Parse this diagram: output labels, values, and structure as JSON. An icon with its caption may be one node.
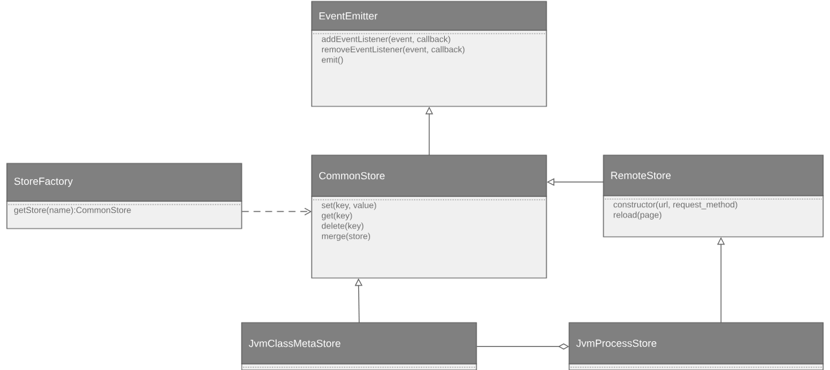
{
  "diagram": {
    "nodes": [
      {
        "text": [
          "EventEmitter",
          "addEventListener(event, callback)",
          "removeEventListener(event, callback)",
          "emit()"
        ]
      },
      {
        "text": [
          "StoreFactory",
          "getStore(name):CommonStore"
        ]
      },
      {
        "text": [
          "CommonStore",
          "set(key, value)",
          "get(key)",
          "delete(key)",
          "merge(store)"
        ]
      },
      {
        "text": [
          "RemoteStore",
          "constructor(url, request_method)",
          "reload(page)"
        ]
      },
      {
        "text": [
          "JvmClassMetaStore"
        ]
      },
      {
        "text": [
          "JvmProcessStore"
        ]
      }
    ],
    "edges": [
      {
        "from": 2,
        "to": 0,
        "arrow": "to"
      },
      {
        "from": 1,
        "to": 2,
        "arrow": "to",
        "style": "dashed"
      },
      {
        "from": 3,
        "to": 2,
        "arrow": "to"
      },
      {
        "from": 4,
        "to": 2,
        "arrow": "to"
      },
      {
        "from": 5,
        "to": 3,
        "arrow": "to"
      },
      {
        "from": 4,
        "to": 5,
        "arrow": "other"
      }
    ]
  }
}
